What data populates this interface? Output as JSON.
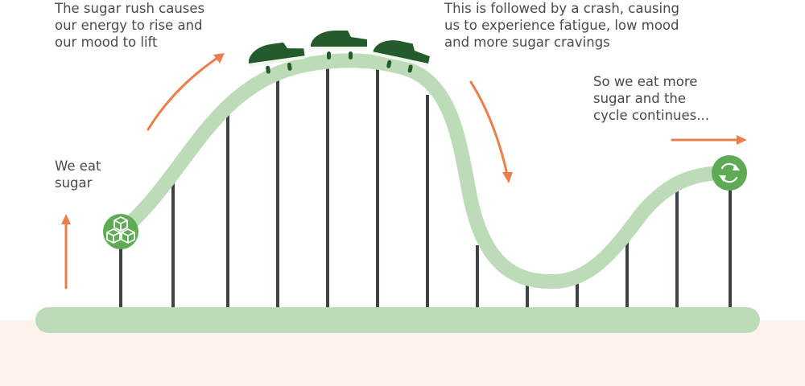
{
  "colors": {
    "track": "#bcdcb7",
    "ground": "#fdf3ec",
    "posts": "#3d4246",
    "arrow": "#ec7e4c",
    "node": "#5faa55",
    "cart_dark": "#235b2c",
    "cart_light": "#eef6ec",
    "text": "#4a4a4a"
  },
  "icons": {
    "start": "sugar-cubes-icon",
    "end": "recycle-arrows-icon",
    "cart": "coaster-cart-icon",
    "arrow": "arrow-icon"
  },
  "captions": {
    "start": [
      "We eat",
      "sugar"
    ],
    "rush": [
      "The sugar rush causes",
      "our energy to rise and",
      "our mood to lift"
    ],
    "crash": [
      "This is followed by a crash, causing",
      "us to experience fatigue, low mood",
      "and more sugar cravings"
    ],
    "cycle": [
      "So we eat more",
      "sugar and the",
      "cycle continues..."
    ]
  }
}
